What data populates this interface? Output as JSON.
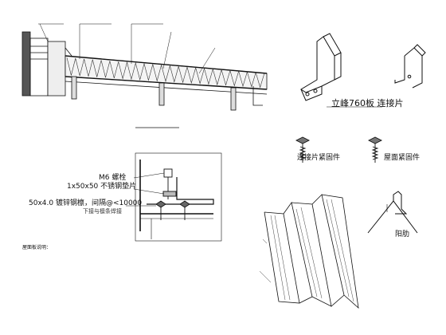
{
  "roof_detail": {
    "callouts": [
      "",
      "",
      "",
      "",
      "",
      "",
      ""
    ],
    "caption": "",
    "side_text": ""
  },
  "clip_760": {
    "title": "立峰760板  连接片",
    "subtitle_1": "",
    "subtitle_2": ""
  },
  "fasteners": {
    "connector_fastener": "连接片紧固件",
    "roof_fastener": "屋面紧固件",
    "spec_left": [
      "",
      "",
      "",
      ""
    ],
    "spec_right": [
      "",
      ""
    ]
  },
  "bolt_detail": {
    "m6_label": "M6 螺栓",
    "washer_label": "1x50x50 不锈钢垫片",
    "purlin_label": "50x4.0 镀锌钢檩，间隔@<10000",
    "lower_label": "下接与檩条焊接",
    "m6_small": "",
    "washer_small": "",
    "purlin_small": ""
  },
  "panel_labels": {
    "rib_label": "阳肋"
  },
  "notes": {
    "heading": "屋面板说明：",
    "lines": [
      "",
      "",
      "",
      "",
      "",
      "",
      "",
      ""
    ]
  },
  "colors": {
    "line": "#111111",
    "hatch": "#444444"
  }
}
